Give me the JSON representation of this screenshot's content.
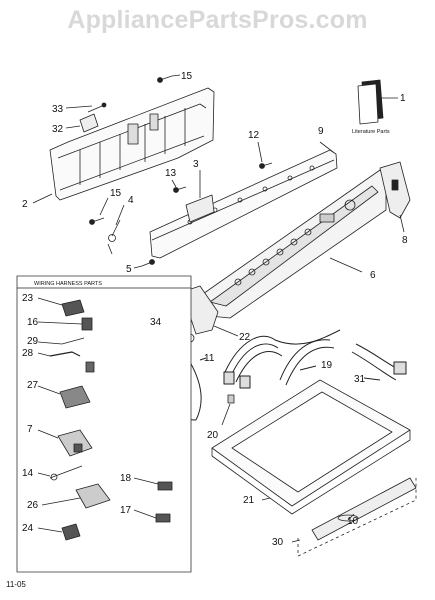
{
  "watermark": "AppliancePartsPros.com",
  "date_code": "11-05",
  "literature_label": "Literature Parts",
  "harness_title": "WIRING HARNESS PARTS",
  "callouts": {
    "c1": "1",
    "c2": "2",
    "c3": "3",
    "c4": "4",
    "c5": "5",
    "c6": "6",
    "c7": "7",
    "c8": "8",
    "c9": "9",
    "c10": "10",
    "c11": "11",
    "c12": "12",
    "c13": "13",
    "c14": "14",
    "c15a": "15",
    "c15b": "15",
    "c16": "16",
    "c17": "17",
    "c18": "18",
    "c19": "19",
    "c20": "20",
    "c21": "21",
    "c22": "22",
    "c23": "23",
    "c24": "24",
    "c26": "26",
    "c27": "27",
    "c28": "28",
    "c29": "29",
    "c30": "30",
    "c31": "31",
    "c32": "32",
    "c33": "33",
    "c34": "34"
  }
}
